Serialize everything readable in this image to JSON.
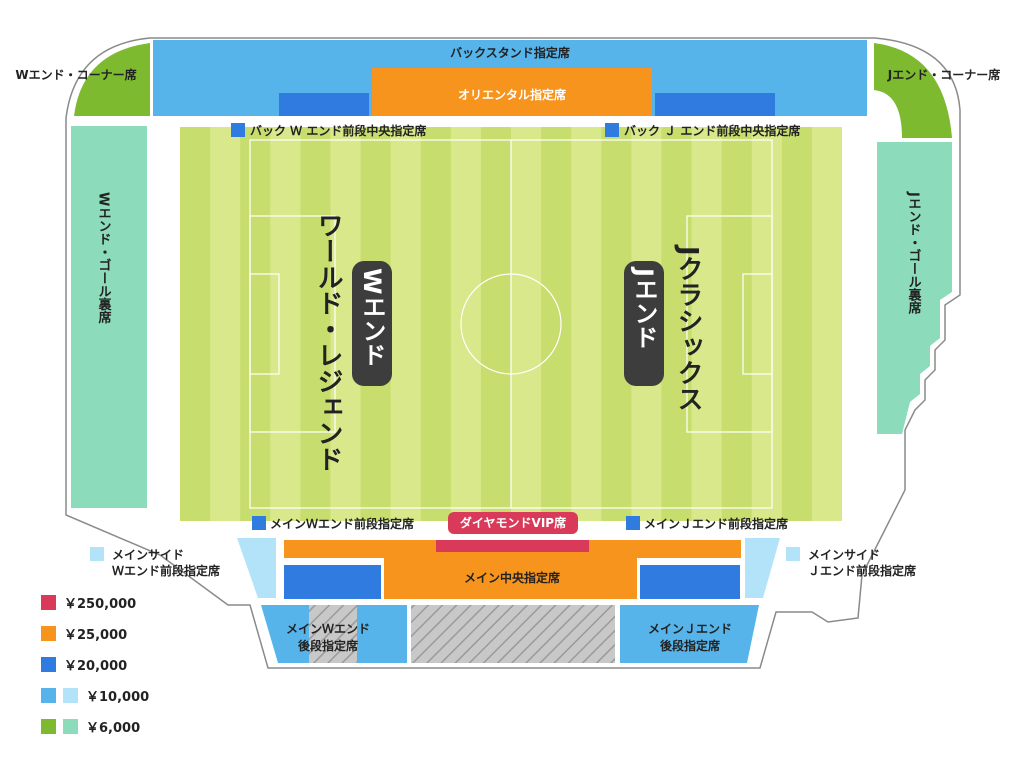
{
  "colors": {
    "diamond": "#d93a5a",
    "orange": "#f7941d",
    "blue": "#2f7be0",
    "lightblue": "#56b4ea",
    "paleblue": "#b3e3f8",
    "green": "#7dba2f",
    "mint": "#8cdbbb",
    "pitch_light": "#d8e88a",
    "pitch_dark": "#c7de6e",
    "board": "#3d3d3d"
  },
  "sections": {
    "back_stand": "バックスタンド指定席",
    "oriental": "オリエンタル指定席",
    "back_w": "バック Ｗ エンド前段中央指定席",
    "back_j": "バック Ｊ エンド前段中央指定席",
    "w_corner": "Wエンド・コーナー席",
    "j_corner": "Jエンド・コーナー席",
    "w_goal": "Wエンド・ゴール裏席",
    "j_goal": "Jエンド・ゴール裏席",
    "main_w_front": "メインＷエンド前段指定席",
    "main_j_front": "メインＪエンド前段指定席",
    "diamond_vip": "ダイヤモンドVIP席",
    "main_center": "メイン中央指定席",
    "mainside_w_line1": "メインサイド",
    "mainside_w_line2": "Ｗエンド前段指定席",
    "mainside_j_line1": "メインサイド",
    "mainside_j_line2": "Ｊエンド前段指定席",
    "main_w_back_line1": "メインＷエンド",
    "main_w_back_line2": "後段指定席",
    "main_j_back_line1": "メインＪエンド",
    "main_j_back_line2": "後段指定席"
  },
  "pitch": {
    "w_board": "Wエンド",
    "j_board": "Jエンド",
    "w_name": "ワールド・レジェンド",
    "j_name": "Jクラシックス"
  },
  "legend": [
    {
      "price": "￥250,000"
    },
    {
      "price": "￥25,000"
    },
    {
      "price": "￥20,000"
    },
    {
      "price": "￥10,000"
    },
    {
      "price": "￥6,000"
    }
  ]
}
